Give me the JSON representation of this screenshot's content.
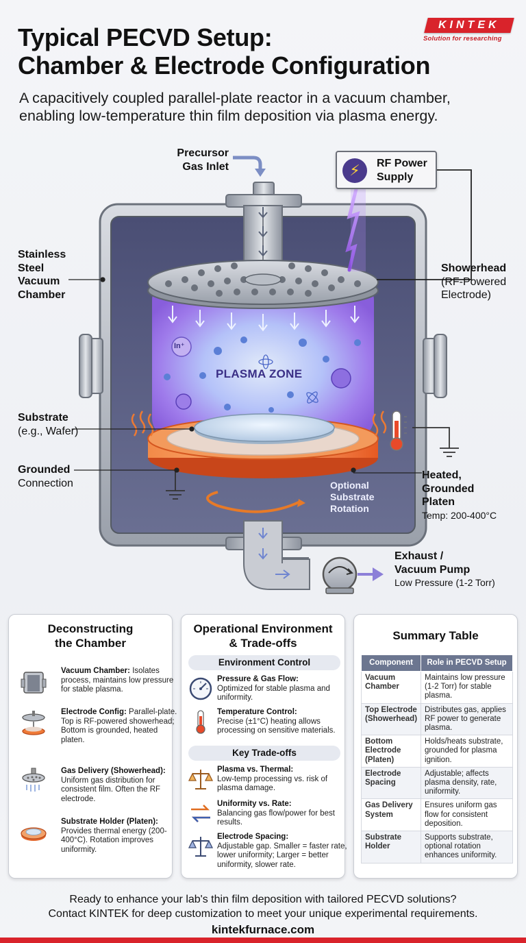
{
  "header": {
    "title_line1": "Typical PECVD Setup:",
    "title_line2": "Chamber & Electrode Configuration",
    "subtitle_line1": "A capacitively coupled parallel-plate reactor in a vacuum chamber,",
    "subtitle_line2": "enabling low-temperature thin film deposition via plasma energy."
  },
  "logo": {
    "name": "KINTEK",
    "tagline": "Solution for researching",
    "color": "#d9232b"
  },
  "diagram": {
    "gas_inlet": [
      "Precursor",
      "Gas Inlet"
    ],
    "rf_power": [
      "RF Power",
      "Supply"
    ],
    "vacuum_chamber": [
      "Stainless",
      "Steel",
      "Vacuum",
      "Chamber"
    ],
    "showerhead": {
      "title": "Showerhead",
      "sub1": "(RF-Powered",
      "sub2": "Electrode)"
    },
    "plasma_zone": "PLASMA ZONE",
    "ion_label": "In⁺",
    "substrate": {
      "title": "Substrate",
      "sub": "(e.g., Wafer)"
    },
    "grounded": {
      "title": "Grounded",
      "sub": "Connection"
    },
    "rotation": [
      "Optional",
      "Substrate",
      "Rotation"
    ],
    "platen": {
      "line1": "Heated,",
      "line2": "Grounded",
      "line3": "Platen",
      "temp": "Temp: 200-400°C"
    },
    "exhaust": {
      "line1": "Exhaust /",
      "line2": "Vacuum Pump",
      "sub": "Low Pressure (1-2 Torr)"
    }
  },
  "panel1": {
    "title_line1": "Deconstructing",
    "title_line2": "the Chamber",
    "items": [
      {
        "icon": "vacuum-chamber-icon",
        "head": "Vacuum Chamber:",
        "body": "Isolates process, maintains low pressure for stable plasma."
      },
      {
        "icon": "electrode-config-icon",
        "head": "Electrode Config:",
        "body": "Parallel-plate. Top is RF-powered showerhead; Bottom is grounded, heated platen."
      },
      {
        "icon": "showerhead-icon",
        "head": "Gas Delivery (Showerhead):",
        "body": "Uniform gas distribution for consistent film. Often the RF electrode."
      },
      {
        "icon": "platen-icon",
        "head": "Substrate Holder (Platen):",
        "body": "Provides thermal energy (200-400°C). Rotation improves uniformity."
      }
    ]
  },
  "panel2": {
    "title_line1": "Operational Environment",
    "title_line2": "& Trade-offs",
    "section1": "Environment Control",
    "section2": "Key Trade-offs",
    "env_items": [
      {
        "icon": "pressure-gauge-icon",
        "head": "Pressure & Gas Flow:",
        "body": "Optimized for stable plasma and uniformity."
      },
      {
        "icon": "thermometer-icon",
        "head": "Temperature Control:",
        "body": "Precise (±1°C) heating allows processing on sensitive materials."
      }
    ],
    "trade_items": [
      {
        "icon": "balance-scale-icon",
        "head": "Plasma vs. Thermal:",
        "body": "Low-temp processing vs. risk of plasma damage."
      },
      {
        "icon": "swap-arrows-icon",
        "head": "Uniformity vs. Rate:",
        "body": "Balancing gas flow/power for best results."
      },
      {
        "icon": "balance-scale-icon",
        "head": "Electrode Spacing:",
        "body": "Adjustable gap. Smaller = faster rate, lower uniformity; Larger = better uniformity, slower rate."
      }
    ]
  },
  "panel3": {
    "title": "Summary Table",
    "headers": [
      "Component",
      "Role in PECVD Setup"
    ],
    "rows": [
      {
        "component": "Vacuum Chamber",
        "role": "Maintains low pressure (1-2 Torr) for stable plasma."
      },
      {
        "component": "Top Electrode (Showerhead)",
        "role": "Distributes gas, applies RF power to generate plasma."
      },
      {
        "component": "Bottom Electrode (Platen)",
        "role": "Holds/heats substrate, grounded for plasma ignition."
      },
      {
        "component": "Electrode Spacing",
        "role": "Adjustable; affects plasma density, rate, uniformity."
      },
      {
        "component": "Gas Delivery System",
        "role": "Ensures uniform gas flow for consistent deposition."
      },
      {
        "component": "Substrate Holder",
        "role": "Supports substrate, optional rotation enhances uniformity."
      }
    ]
  },
  "footer": {
    "line1": "Ready to enhance your lab's thin film deposition with tailored PECVD solutions?",
    "line2": "Contact KINTEK for deep customization to meet your unique experimental requirements.",
    "url": "kintekfurnace.com"
  },
  "colors": {
    "plasma": "#a98cf0",
    "heater": "#e9662a",
    "accent_purple": "#3a2f86",
    "brand_red": "#d9232b",
    "table_header": "#6c7690"
  }
}
